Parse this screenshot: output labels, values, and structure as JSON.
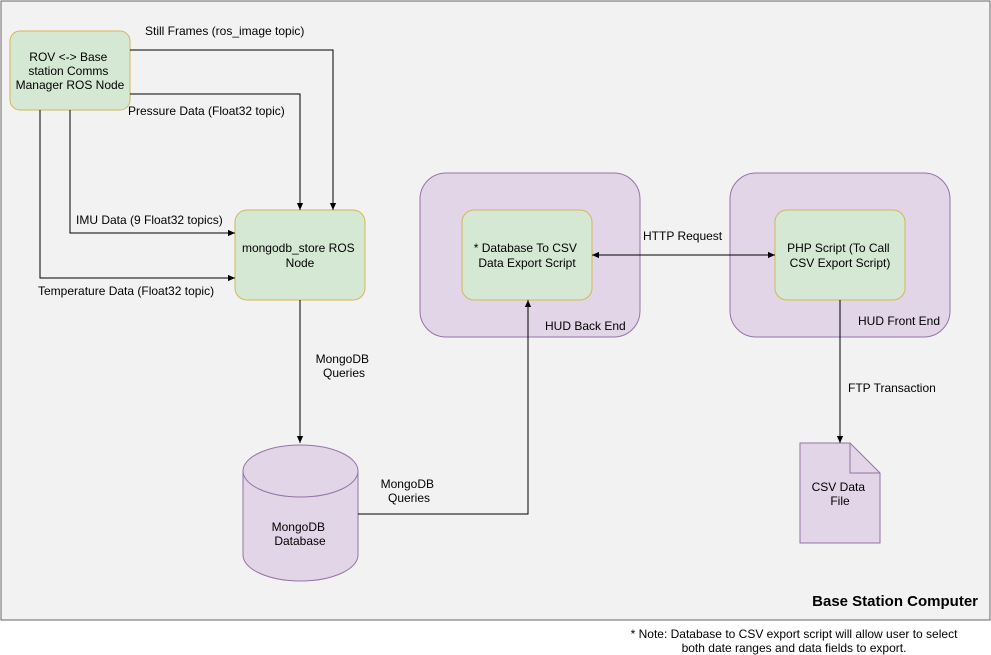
{
  "container": {
    "label": "Base Station Computer"
  },
  "nodes": {
    "rov_comms": [
      "ROV <-> Base",
      "station Comms",
      "Manager ROS Node"
    ],
    "mongodb_store": [
      "mongodb_store ROS",
      "Node"
    ],
    "mongodb_database": [
      "MongoDB",
      "Database"
    ],
    "csv_export_script": [
      "* Database To CSV",
      "Data Export Script"
    ],
    "php_script": [
      "PHP Script (To Call",
      "CSV Export Script)"
    ],
    "csv_file": [
      "CSV Data",
      "File"
    ]
  },
  "groups": {
    "hud_back_end": "HUD Back End",
    "hud_front_end": "HUD Front End"
  },
  "edges": {
    "still_frames": "Still Frames (ros_image topic)",
    "pressure": "Pressure Data (Float32 topic)",
    "imu": "IMU Data (9 Float32 topics)",
    "temperature": "Temperature Data (Float32 topic)",
    "mongo_queries_1": [
      "MongoDB",
      "Queries"
    ],
    "mongo_queries_2": [
      "MongoDB",
      "Queries"
    ],
    "http_request": "HTTP Request",
    "ftp": "FTP Transaction"
  },
  "note": [
    "* Note: Database to CSV export script will allow user to select",
    "both date ranges and data fields to export."
  ],
  "colors": {
    "green_fill": "#d5e8d4",
    "green_stroke": "#d6b656",
    "purple_fill": "#e1d5e7",
    "purple_stroke": "#9673a6",
    "container_fill": "#f2f2f2",
    "container_stroke": "#666666"
  }
}
